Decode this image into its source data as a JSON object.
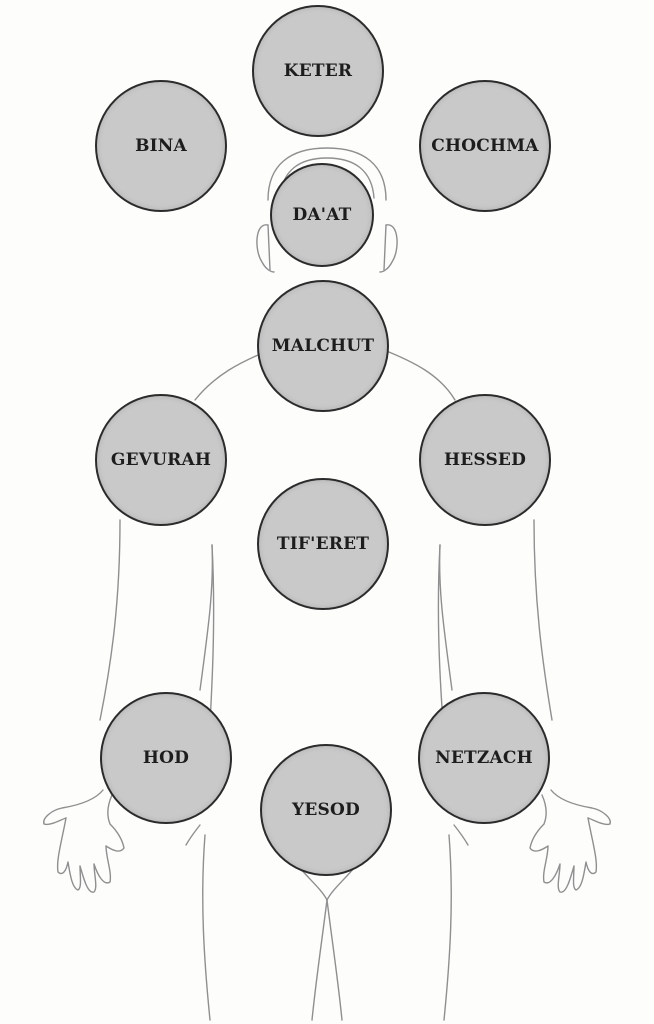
{
  "diagram": {
    "sefirot": [
      {
        "id": "keter",
        "label": "KETER"
      },
      {
        "id": "bina",
        "label": "BINA"
      },
      {
        "id": "chochma",
        "label": "CHOCHMA"
      },
      {
        "id": "daat",
        "label": "DA'AT"
      },
      {
        "id": "malchut",
        "label": "MALCHUT"
      },
      {
        "id": "gevurah",
        "label": "GEVURAH"
      },
      {
        "id": "hessed",
        "label": "HESSED"
      },
      {
        "id": "tiferet",
        "label": "TIF'ERET"
      },
      {
        "id": "hod",
        "label": "HOD"
      },
      {
        "id": "netzach",
        "label": "NETZACH"
      },
      {
        "id": "yesod",
        "label": "YESOD"
      }
    ],
    "colors": {
      "sphere_fill": "#c9c9c9",
      "sphere_stroke": "#2b2b2b",
      "body_outline": "#8f8f8f",
      "background": "#fdfdfc"
    }
  }
}
